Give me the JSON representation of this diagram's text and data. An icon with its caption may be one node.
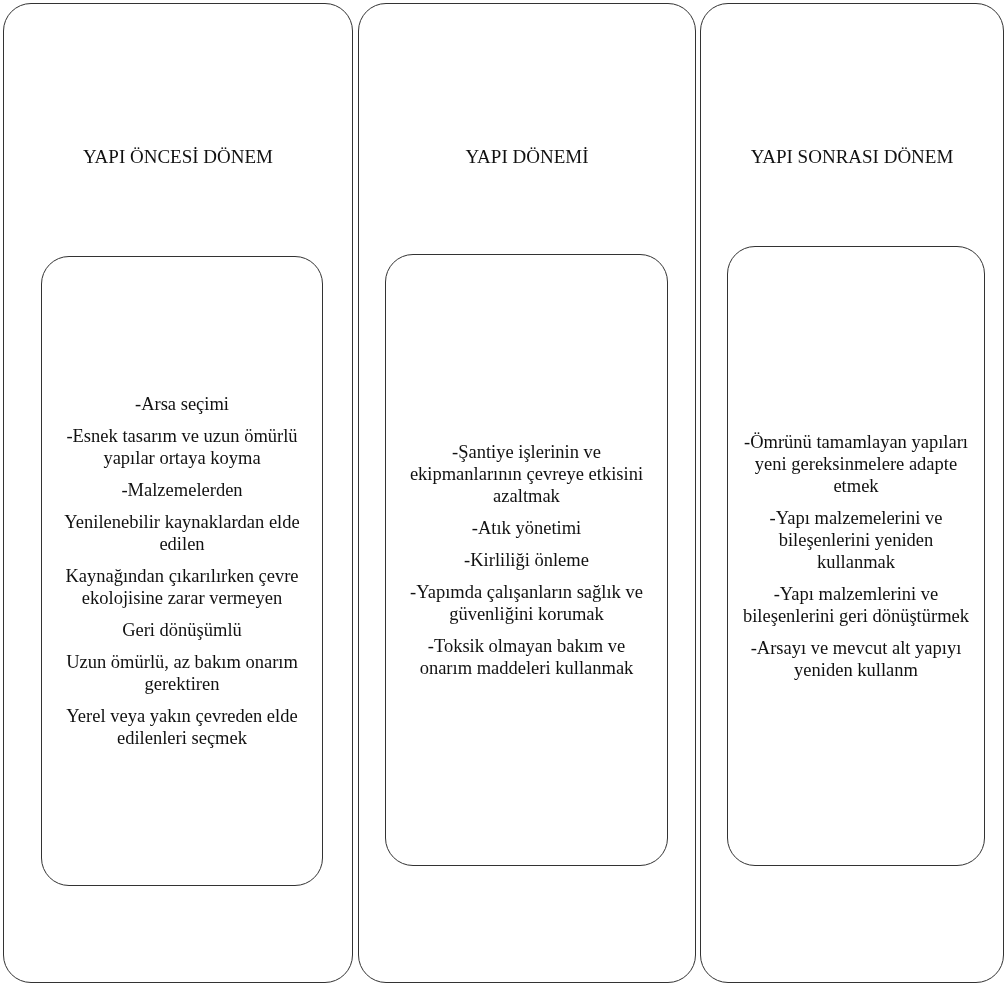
{
  "diagram": {
    "nodes": [
      {
        "text": [
          "YAPI ÖNCESİ DÖNEM"
        ]
      },
      {
        "text": [
          "-Arsa seçimi",
          "-Esnek tasarım ve uzun ömürlü yapılar ortaya koyma",
          "-Malzemelerden",
          "Yenilenebilir kaynaklardan elde edilen",
          "Kaynağından çıkarılırken çevre ekolojisine zarar vermeyen",
          "Geri dönüşümlü",
          "Uzun ömürlü, az bakım onarım gerektiren",
          "Yerel veya yakın çevreden elde edilenleri seçmek"
        ],
        "in": 0
      },
      {
        "text": [
          "YAPI DÖNEMİ"
        ]
      },
      {
        "text": [
          "-Şantiye işlerinin ve ekipmanlarının çevreye etkisini azaltmak",
          "-Atık yönetimi",
          "-Kirliliği önleme",
          "-Yapımda çalışanların sağlık ve güvenliğini korumak",
          "-Toksik olmayan bakım ve onarım maddeleri kullanmak"
        ],
        "in": 2
      },
      {
        "text": [
          "YAPI SONRASI DÖNEM"
        ]
      },
      {
        "text": [
          "-Ömrünü tamamlayan yapıları yeni gereksinmelere adapte etmek",
          "-Yapı malzemelerini ve bileşenlerini yeniden kullanmak",
          "-Yapı malzemlerini ve bileşenlerini geri dönüştürmek",
          "-Arsayı ve mevcut alt yapıyı yeniden kullanm"
        ],
        "in": 4
      }
    ]
  }
}
